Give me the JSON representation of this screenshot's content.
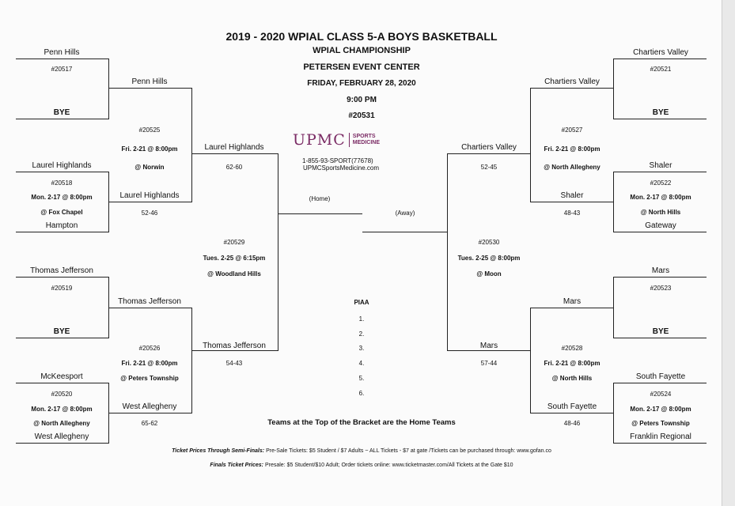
{
  "header": {
    "title": "2019 - 2020  WPIAL CLASS 5-A BOYS BASKETBALL",
    "subtitle": "WPIAL CHAMPIONSHIP",
    "venue": "PETERSEN EVENT CENTER",
    "date": "FRIDAY, FEBRUARY 28, 2020",
    "time": "9:00 PM",
    "game": "#20531"
  },
  "sponsor": {
    "logo_word": "UPMC",
    "logo_line1": "SPORTS",
    "logo_line2": "MEDICINE",
    "phone": "1-855-93-SPORT(77678)",
    "site": "UPMCSportsMedicine.com"
  },
  "final": {
    "home": "(Home)",
    "away": "(Away)"
  },
  "left": {
    "r1": [
      {
        "top": "Penn Hills",
        "game": "#20517",
        "date": "",
        "site": "",
        "bottom": "BYE"
      },
      {
        "top": "Laurel Highlands",
        "game": "#20518",
        "date": "Mon. 2-17 @ 8:00pm",
        "site": "@ Fox Chapel",
        "bottom": "Hampton"
      },
      {
        "top": "Thomas Jefferson",
        "game": "#20519",
        "date": "",
        "site": "",
        "bottom": "BYE"
      },
      {
        "top": "McKeesport",
        "game": "#20520",
        "date": "Mon. 2-17 @ 8:00pm",
        "site": "@ North Allegheny",
        "bottom": "West Allegheny"
      }
    ],
    "r2": [
      {
        "top": "Penn Hills",
        "game": "#20525",
        "date": "Fri. 2-21 @ 8:00pm",
        "site": "@ Norwin",
        "bottom": "Laurel Highlands",
        "score": "52-46"
      },
      {
        "top": "Thomas Jefferson",
        "game": "#20526",
        "date": "Fri. 2-21 @ 8:00pm",
        "site": "@ Peters Township",
        "bottom": "West Allegheny",
        "score": "65-62"
      }
    ],
    "semi": {
      "top": "Laurel Highlands",
      "top_score": "62-60",
      "game": "#20529",
      "date": "Tues. 2-25 @ 6:15pm",
      "site": "@ Woodland Hills",
      "bottom": "Thomas Jefferson",
      "bottom_score": "54-43"
    }
  },
  "right": {
    "r1": [
      {
        "top": "Chartiers Valley",
        "game": "#20521",
        "date": "",
        "site": "",
        "bottom": "BYE"
      },
      {
        "top": "Shaler",
        "game": "#20522",
        "date": "Mon. 2-17 @ 8:00pm",
        "site": "@ North Hills",
        "bottom": "Gateway"
      },
      {
        "top": "Mars",
        "game": "#20523",
        "date": "",
        "site": "",
        "bottom": "BYE"
      },
      {
        "top": "South Fayette",
        "game": "#20524",
        "date": "Mon. 2-17 @ 8:00pm",
        "site": "@ Peters Township",
        "bottom": "Franklin Regional"
      }
    ],
    "r2": [
      {
        "top": "Chartiers Valley",
        "game": "#20527",
        "date": "Fri. 2-21 @ 8:00pm",
        "site": "@ North Allegheny",
        "bottom": "Shaler",
        "score": "48-43"
      },
      {
        "top": "Mars",
        "game": "#20528",
        "date": "Fri. 2-21 @ 8:00pm",
        "site": "@ North Hills",
        "bottom": "South Fayette",
        "score": "48-46"
      }
    ],
    "semi": {
      "top": "Chartiers Valley",
      "top_score": "52-45",
      "game": "#20530",
      "date": "Tues. 2-25 @ 8:00pm",
      "site": "@ Moon",
      "bottom": "Mars",
      "bottom_score": "57-44"
    }
  },
  "piaa": {
    "title": "PIAA",
    "slots": [
      "1.",
      "2.",
      "3.",
      "4.",
      "5.",
      "6."
    ]
  },
  "footer": {
    "home_note": "Teams at the Top of the Bracket are the Home Teams",
    "ticket1_label": "Ticket Prices Through Semi-Finals:",
    "ticket1_text": "Pre-Sale Tickets: $5 Student / $7 Adults  ~ ALL Tickets - $7 at gate /Tickets can be purchased through:  www.gofan.co",
    "ticket2_label": "Finals Ticket Prices:",
    "ticket2_text": "Presale: $5 Student/$10 Adult; Order tickets online: www.ticketmaster.com/All Tickets at the Gate $10"
  }
}
